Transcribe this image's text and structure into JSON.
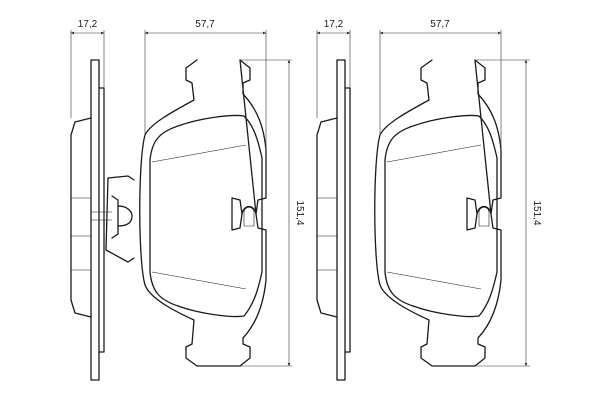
{
  "drawing": {
    "left_pad": {
      "thickness_label": "17,2",
      "width_label": "57,7",
      "height_label": "151,4",
      "has_spring_clip": true
    },
    "right_pad": {
      "thickness_label": "17,2",
      "width_label": "57,7",
      "height_label": "151,4",
      "has_spring_clip": false
    }
  }
}
